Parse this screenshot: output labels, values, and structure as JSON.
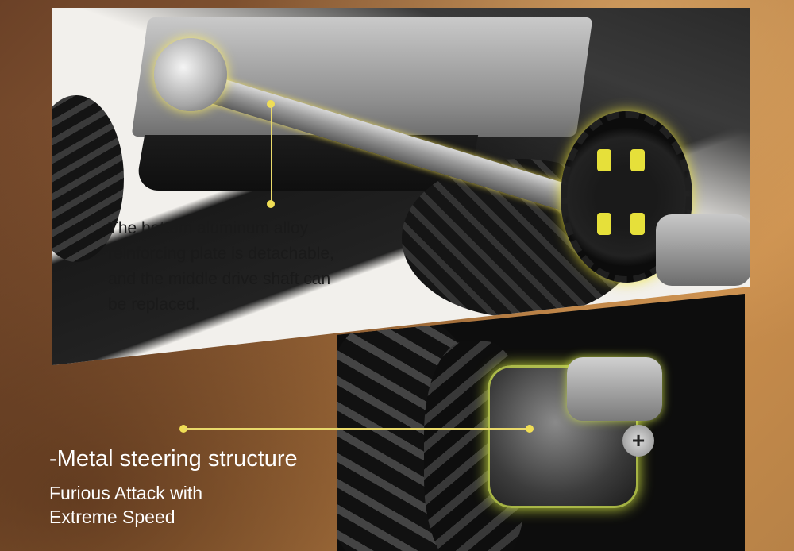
{
  "top_caption": {
    "lines": [
      "The bottom aluminum alloy",
      "reinforcing plate is detachable,",
      "and the middle drive shaft can",
      "be replaced."
    ]
  },
  "bottom_caption": {
    "title": "-Metal steering structure",
    "subtitle_lines": [
      "Furious Attack with",
      "Extreme Speed"
    ]
  },
  "colors": {
    "callout_line": "#e9d96a",
    "highlight_glow": "#f0e24a",
    "background_copper": "#b07840"
  },
  "icons": {
    "screw": "phillips-screw-icon"
  }
}
